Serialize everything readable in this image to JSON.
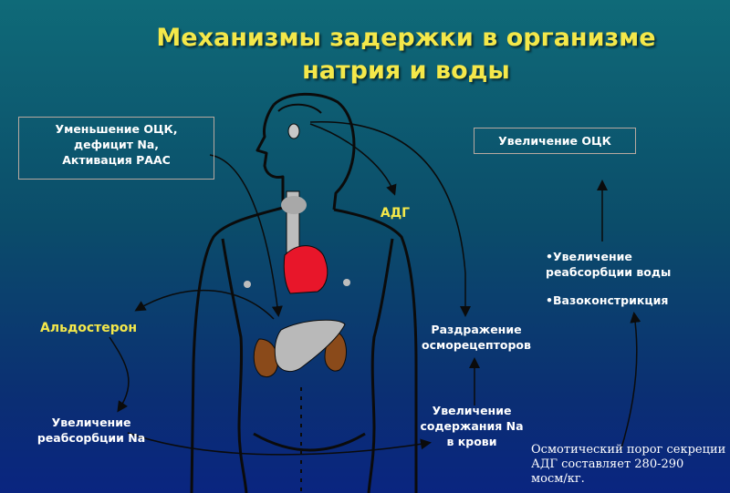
{
  "title": {
    "line1": "Механизмы задержки в организме",
    "line2": "натрия и воды"
  },
  "boxes": {
    "ock_deficit": [
      "Уменьшение ОЦК,",
      "дефицит Na,",
      "Активация РААС"
    ],
    "ock_increase": "Увеличение ОЦК"
  },
  "labels": {
    "adg": "АДГ",
    "aldosterone": "Альдостерон",
    "reabsorption_water": [
      "•Увеличение",
      "реабсорбции воды"
    ],
    "vasoconstriction": "•Вазоконстрикция",
    "osmoreceptors": [
      "Раздражение",
      "осморецепторов"
    ],
    "reabsorption_na": [
      "Увеличение",
      "реабсорбции Na"
    ],
    "na_content": [
      "Увеличение",
      "содержания Na",
      "в крови"
    ]
  },
  "note": [
    "Осмотический порог секреции",
    "АДГ составляет 280-290",
    "мосм/кг."
  ],
  "colors": {
    "title": "#f4e84a",
    "heart": "#e8162a",
    "kidney": "#8a4a1a",
    "organ_gray": "#b9b9b9",
    "outline": "#0b0b0b"
  }
}
